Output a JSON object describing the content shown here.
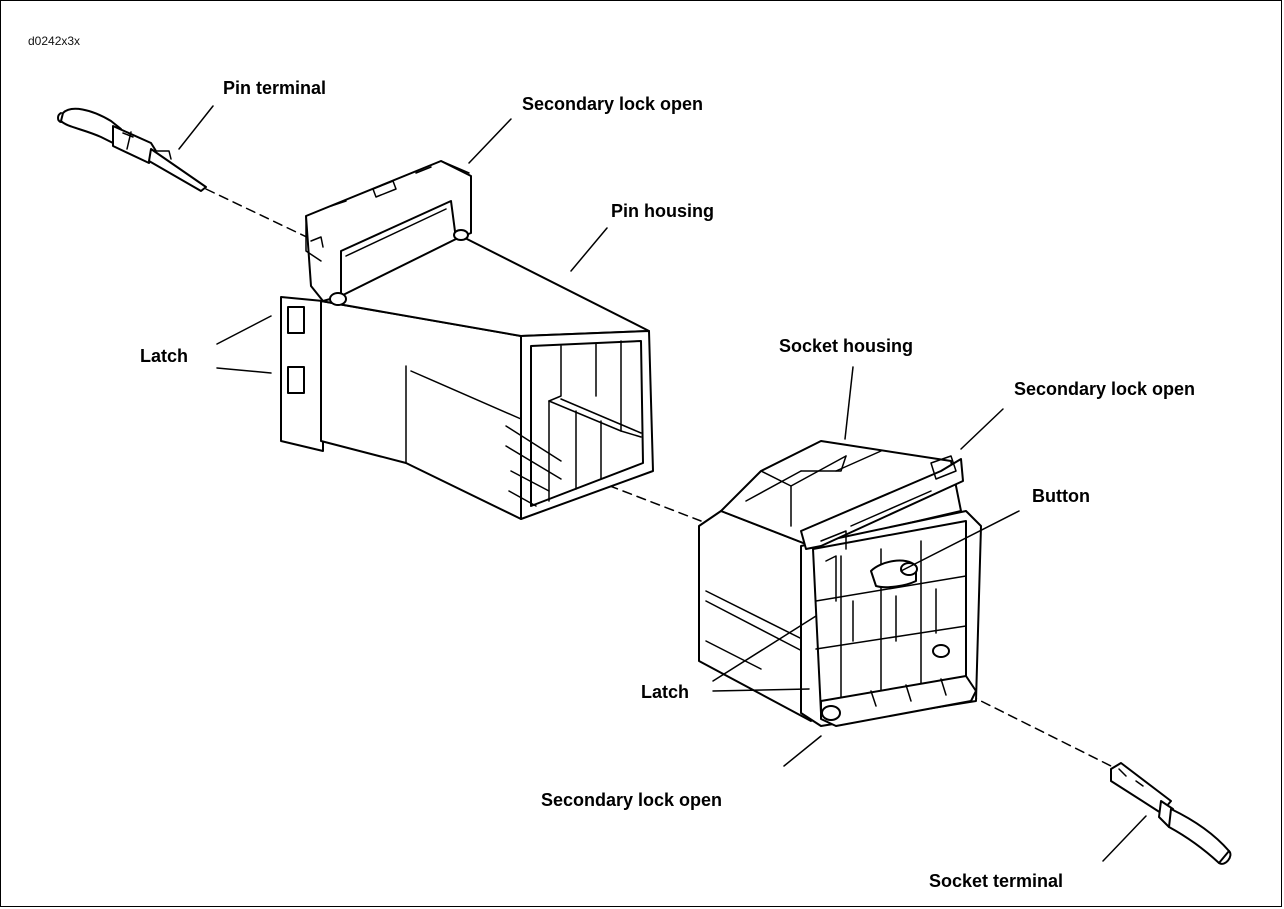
{
  "figure": {
    "id": "d0242x3x",
    "colors": {
      "line": "#000000",
      "fill": "#ffffff",
      "shade": "#e6e6e6"
    }
  },
  "labels": {
    "pin_terminal": "Pin terminal",
    "secondary_lock_open_top": "Secondary lock open",
    "pin_housing": "Pin housing",
    "latch_left": "Latch",
    "socket_housing": "Socket housing",
    "secondary_lock_open_right": "Secondary lock open",
    "button": "Button",
    "latch_right": "Latch",
    "secondary_lock_open_bottom": "Secondary lock open",
    "socket_terminal": "Socket terminal"
  }
}
